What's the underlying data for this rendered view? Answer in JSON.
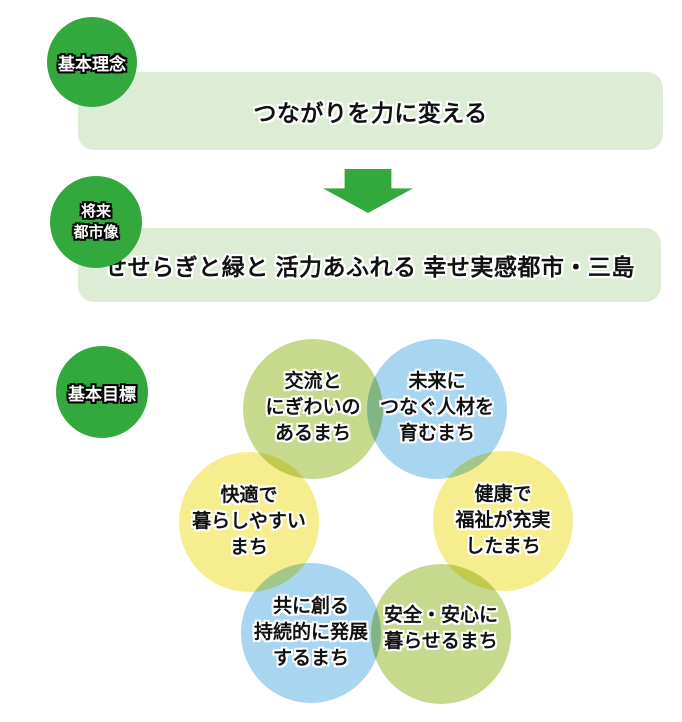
{
  "colors": {
    "brand_green": "#33a83c",
    "banner_bg": "#ddedd5",
    "goal_green": "#c6d98c",
    "goal_blue": "#a8d5f0",
    "goal_yellow": "#f6ee8e",
    "text_dark": "#111111",
    "text_light": "#ffffff"
  },
  "sections": {
    "philosophy": {
      "badge_label": "基本理念",
      "banner_text": "つながりを力に変える"
    },
    "vision": {
      "badge_line1": "将来",
      "badge_line2": "都市像",
      "banner_text": "せせらぎと緑と 活力あふれる 幸せ実感都市・三島"
    },
    "goals": {
      "badge_label": "基本目標",
      "items": [
        {
          "id": "exchange-vitality",
          "color": "green",
          "lines": [
            "交流と",
            "にぎわいの",
            "あるまち"
          ]
        },
        {
          "id": "future-people",
          "color": "blue",
          "lines": [
            "未来に",
            "つなぐ人材を",
            "育むまち"
          ]
        },
        {
          "id": "comfortable-living",
          "color": "yellow",
          "lines": [
            "快適で",
            "暮らしやすい",
            "まち"
          ]
        },
        {
          "id": "health-welfare",
          "color": "yellow",
          "lines": [
            "健康で",
            "福祉が充実",
            "したまち"
          ]
        },
        {
          "id": "co-create-develop",
          "color": "blue",
          "lines": [
            "共に創る",
            "持続的に発展",
            "するまち"
          ]
        },
        {
          "id": "safety-security",
          "color": "green",
          "lines": [
            "安全・安心に",
            "暮らせるまち"
          ]
        }
      ]
    }
  }
}
